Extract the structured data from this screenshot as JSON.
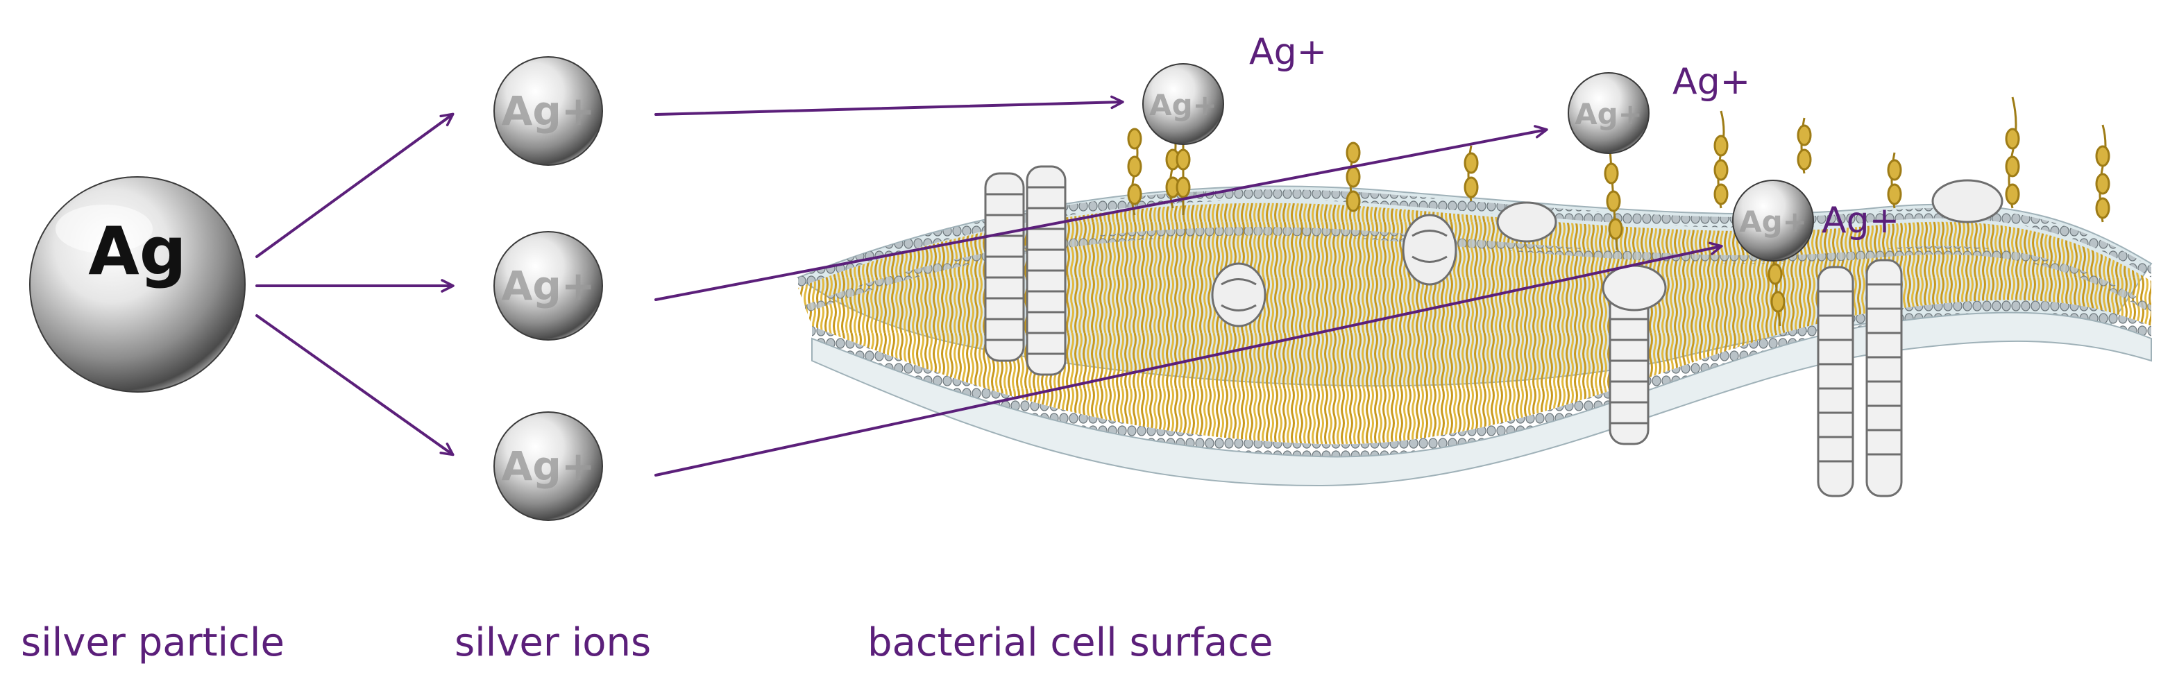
{
  "silver_particle": {
    "symbol": "Ag"
  },
  "silver_ion": {
    "symbol": "Ag+"
  },
  "ion_labels": [
    "Ag+",
    "Ag+",
    "Ag+"
  ],
  "captions": {
    "particle": "silver particle",
    "ions": "silver ions",
    "surface": "bacterial cell surface"
  },
  "colors": {
    "arrow": "#5b1f7a",
    "caption": "#5b1f7a",
    "membrane_fill": "#dde9ec",
    "lipid_head": "#aab3b8",
    "lipid_tail": "#d4a62a",
    "protein": "#eeeeee",
    "glycan": "#d8b340"
  }
}
